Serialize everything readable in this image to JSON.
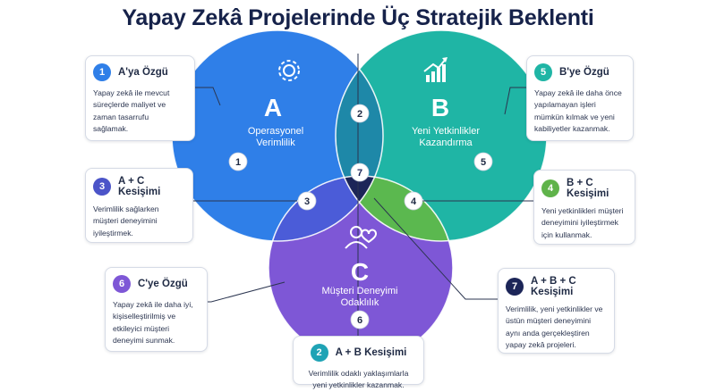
{
  "title": "Yapay Zekâ Projelerinde Üç Stratejik Beklenti",
  "circles": {
    "a": {
      "letter": "A",
      "label": "Operasyonel\nVerimlilik",
      "icon": "gear-icon",
      "color": "#2f7fe8"
    },
    "b": {
      "letter": "B",
      "label": "Yeni Yetkinlikler\nKazandırma",
      "icon": "growth-chart-icon",
      "color": "#1fb5a5"
    },
    "c": {
      "letter": "C",
      "label": "Müşteri Deneyimi\nOdaklılık",
      "icon": "customer-heart-icon",
      "color": "#7e57d6"
    }
  },
  "region_numbers": [
    "1",
    "2",
    "3",
    "4",
    "5",
    "6",
    "7"
  ],
  "cards": [
    {
      "id": "card-a-only",
      "num": "1",
      "title": "A'ya Özgü",
      "color": "#2f7fe8",
      "text": "Yapay zekâ ile mevcut\nsüreçlerde maliyet ve\nzaman tasarrufu\nsağlamak."
    },
    {
      "id": "card-a-c",
      "num": "3",
      "title": "A + C Kesişimi",
      "color": "#4b54c8",
      "text": "Verimlilik sağlarken\nmüşteri deneyimini\niyileştirmek."
    },
    {
      "id": "card-c-only",
      "num": "6",
      "title": "C'ye Özgü",
      "color": "#7e57d6",
      "text": "Yapay zekâ ile daha iyi,\nkişiselleştirilmiş ve\netkileyici müşteri\ndeneyimi sunmak."
    },
    {
      "id": "card-a-b",
      "num": "2",
      "title": "A + B Kesişimi",
      "color": "#1fa3b5",
      "text": "Verimlilik odaklı yaklaşımlarla\nyeni yetkinlikler kazanmak."
    },
    {
      "id": "card-b-only",
      "num": "5",
      "title": "B'ye Özgü",
      "color": "#1fb5a5",
      "text": "Yapay zekâ ile daha önce\nyapılamayan işleri\nmümkün kılmak ve yeni\nkabiliyetler kazanmak."
    },
    {
      "id": "card-b-c",
      "num": "4",
      "title": "B + C Kesişimi",
      "color": "#5fb34a",
      "text": "Yeni yetkinlikleri müşteri\ndeneyimini iyileştirmek\niçin kullanmak."
    },
    {
      "id": "card-abc",
      "num": "7",
      "title": "A + B + C Kesişimi",
      "color": "#1c2558",
      "text": "Verimlilik, yeni yetkinlikler ve\nüstün müşteri deneyimini\naynı anda gerçekleştiren\nyapay zekâ projeleri."
    }
  ]
}
